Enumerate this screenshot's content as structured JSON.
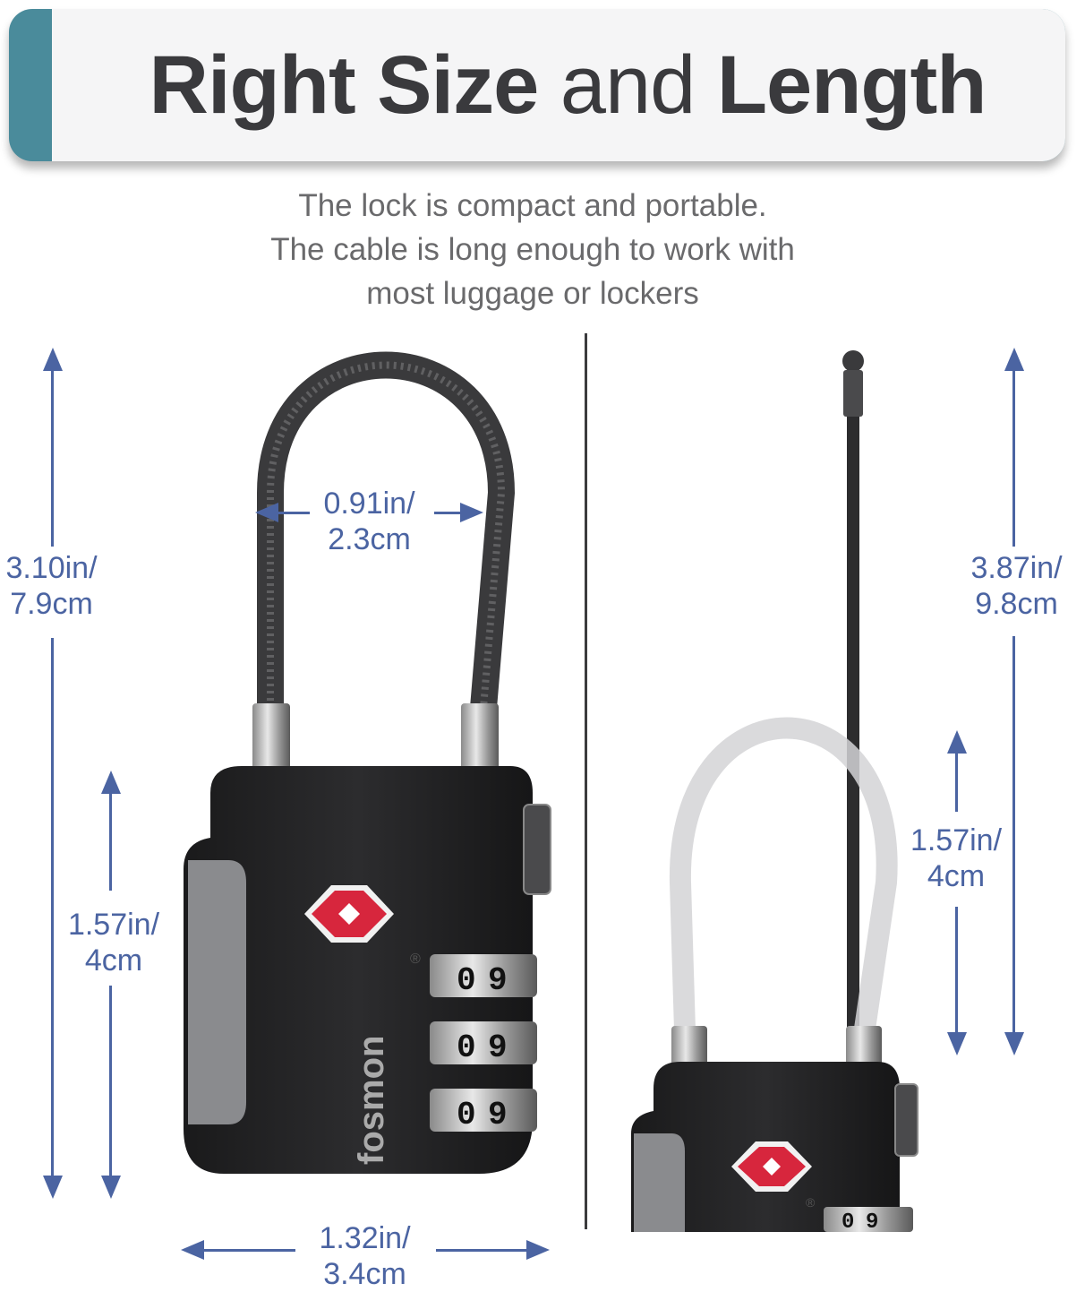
{
  "header": {
    "title_part1": "Right Size",
    "title_part2": "and",
    "title_part3": "Length",
    "accent_color": "#4a8b9b"
  },
  "subtitle": {
    "line1": "The lock is compact and portable.",
    "line2": "The cable is long enough to work with",
    "line3": "most luggage or lockers"
  },
  "dimensions": {
    "total_height": {
      "in": "3.10in/",
      "cm": "7.9cm"
    },
    "cable_inner_width": {
      "in": "0.91in/",
      "cm": "2.3cm"
    },
    "body_height_left": {
      "in": "1.57in/",
      "cm": "4cm"
    },
    "body_width": {
      "in": "1.32in/",
      "cm": "3.4cm"
    },
    "cable_extended_length": {
      "in": "3.87in/",
      "cm": "9.8cm"
    },
    "cable_loop_height_right": {
      "in": "1.57in/",
      "cm": "4cm"
    },
    "arrow_color": "#4b64a2"
  },
  "product": {
    "brand": "fosmon",
    "dial_digits": [
      "0",
      "9"
    ],
    "tsa_badge_color": "#d7263d",
    "registered_mark": "R"
  }
}
